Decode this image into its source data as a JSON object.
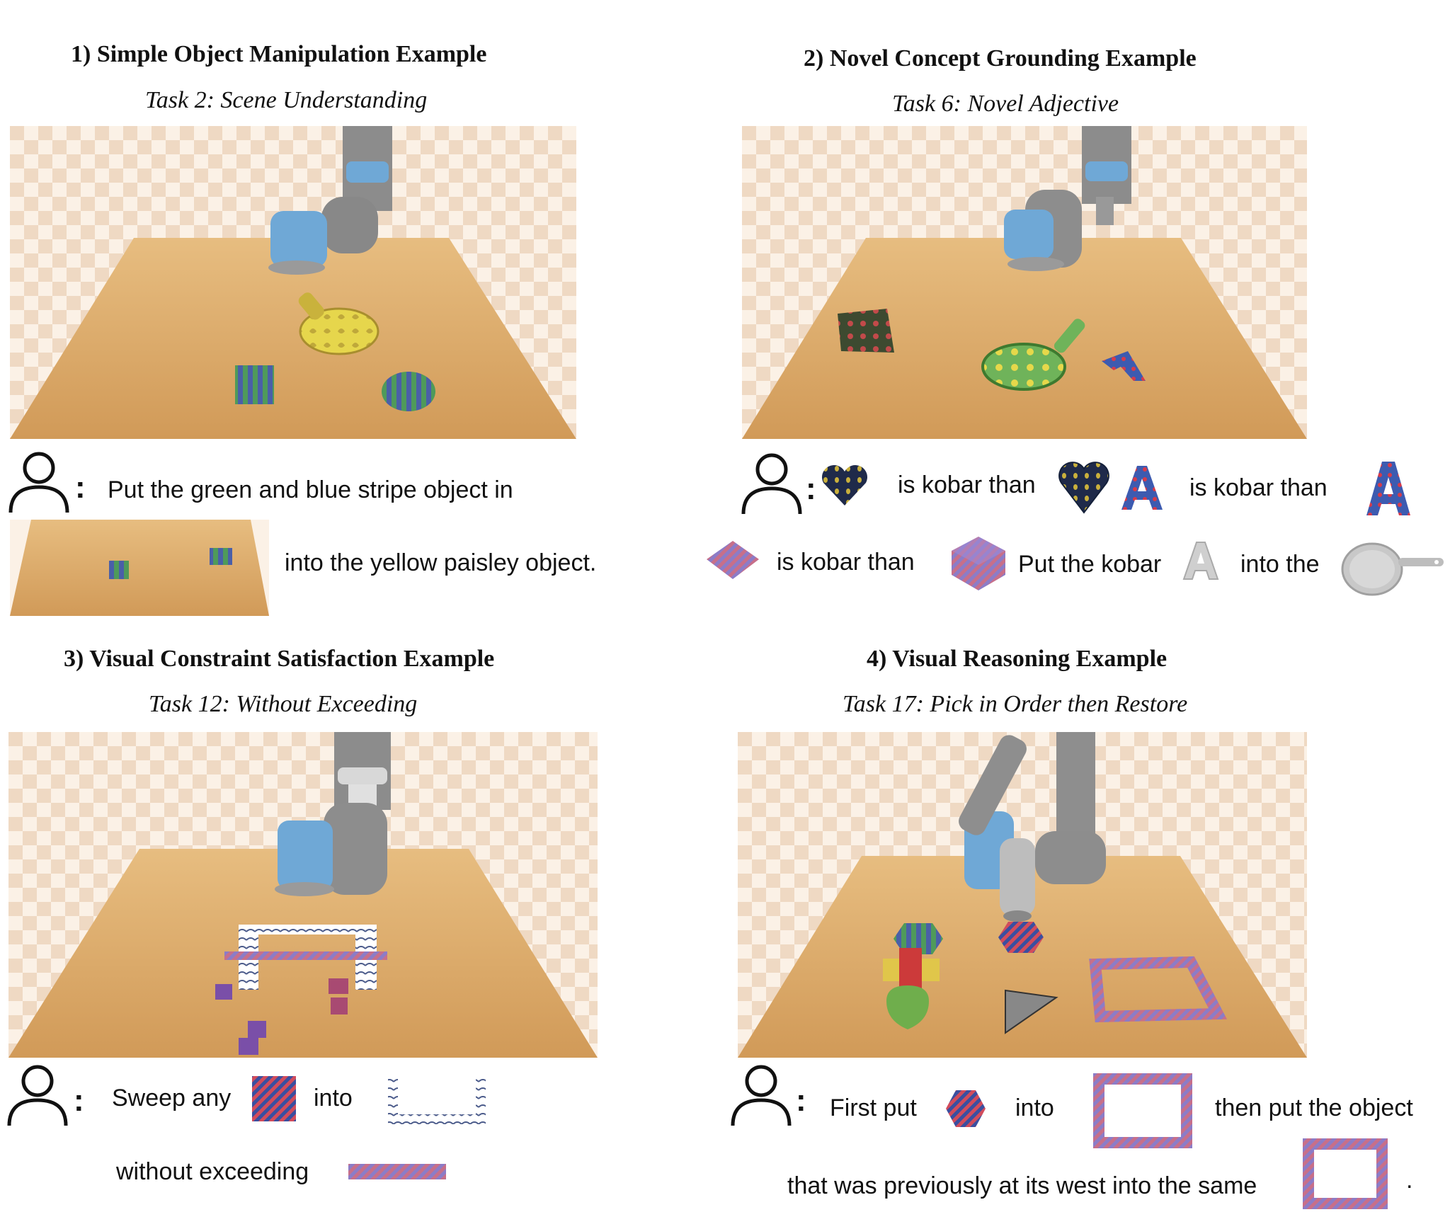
{
  "panels": [
    {
      "title": "1)  Simple Object Manipulation Example",
      "task": "Task 2: Scene Understanding",
      "instruction": {
        "line1": "Put the green and blue stripe object in",
        "line2": "into the yellow paisley object."
      }
    },
    {
      "title": "2) Novel Concept Grounding Example",
      "task": "Task 6: Novel Adjective",
      "instruction": {
        "t1": "is kobar than",
        "t2": "is kobar than",
        "t3": "is kobar than",
        "t4": "Put the kobar",
        "t5": "into the"
      }
    },
    {
      "title": "3) Visual Constraint Satisfaction Example",
      "task": "Task 12: Without Exceeding",
      "instruction": {
        "t1": "Sweep any",
        "t2": "into",
        "t3": "without exceeding"
      }
    },
    {
      "title": "4) Visual Reasoning Example",
      "task": "Task 17: Pick in Order then Restore",
      "instruction": {
        "t1": "First put",
        "t2": "into",
        "t3": "then put the object",
        "t4": "that was previously at its west into the same",
        "t5": "."
      }
    }
  ],
  "colon": ":",
  "colors": {
    "wood": "#d9a865",
    "robot_gray": "#8f8f8f",
    "robot_blue": "#7fb3d9",
    "checker_a": "#f5e6d6",
    "checker_b": "#ffffff"
  },
  "icons": [
    "user-icon",
    "heart-object-icon",
    "letter-a-object-icon",
    "block-object-icon",
    "pan-object-icon",
    "zone-object-icon",
    "hexagon-object-icon",
    "frame-object-icon",
    "line-object-icon"
  ]
}
